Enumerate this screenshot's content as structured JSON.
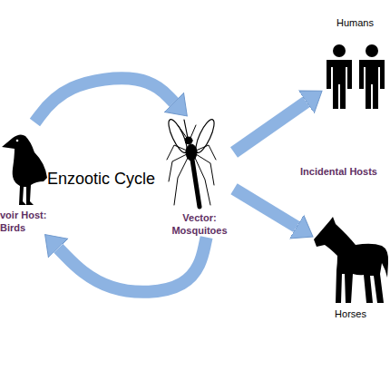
{
  "diagram": {
    "nodes": [
      {
        "text": [
          "voir Host: Birds"
        ]
      },
      {
        "text": [
          "Vector: Mosquitoes"
        ]
      },
      {
        "text": [
          "Humans"
        ]
      },
      {
        "text": [
          "Horses"
        ]
      }
    ],
    "edges": [
      {
        "from": 0,
        "to": 1,
        "arrow": "to"
      },
      {
        "from": 1,
        "to": 0,
        "arrow": "to"
      },
      {
        "from": 1,
        "to": 2,
        "arrow": "to"
      },
      {
        "from": 1,
        "to": 3,
        "arrow": "to"
      }
    ],
    "labels": [
      "Enzootic Cycle",
      "Incidental Hosts"
    ]
  }
}
